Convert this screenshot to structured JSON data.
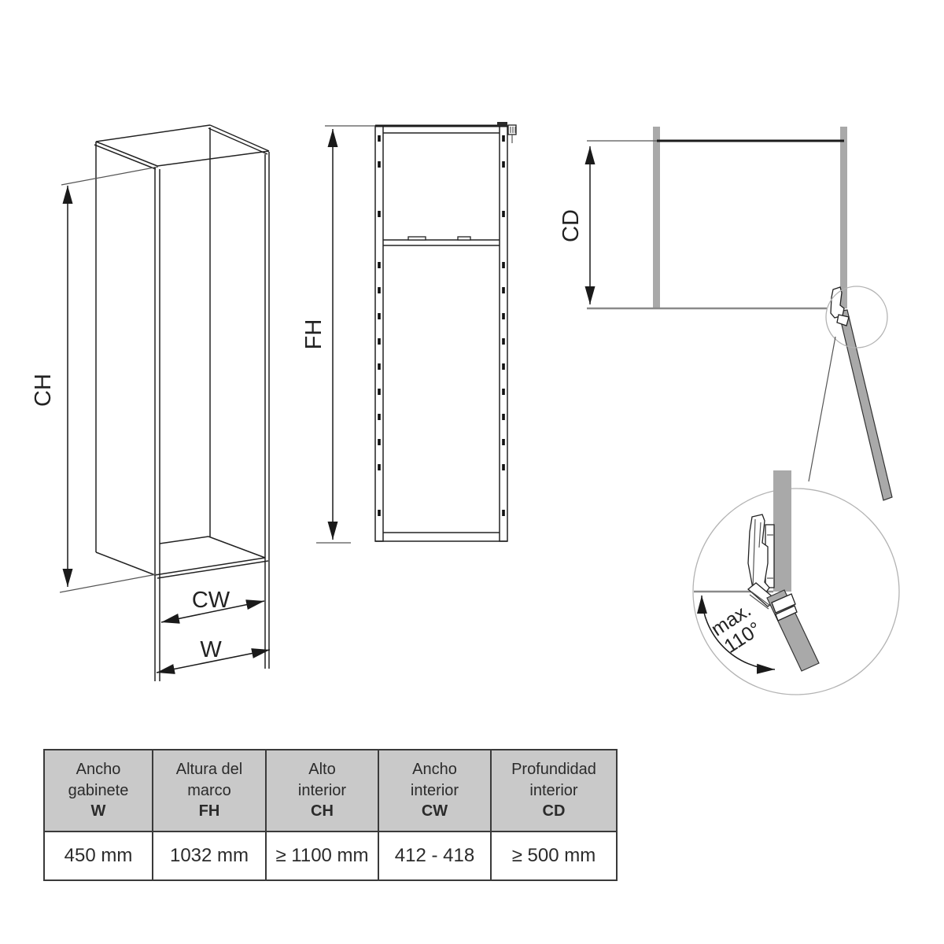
{
  "diagrams": {
    "isometric": {
      "height_label": "CH",
      "inner_width_label": "CW",
      "outer_width_label": "W"
    },
    "frame_front": {
      "frame_height_label": "FH"
    },
    "side_section": {
      "depth_label": "CD",
      "max_angle_line1": "max.",
      "max_angle_line2": "110°"
    }
  },
  "table": {
    "columns": [
      {
        "line1": "Ancho",
        "line2": "gabinete",
        "code": "W",
        "value": "450 mm"
      },
      {
        "line1": "Altura del",
        "line2": "marco",
        "code": "FH",
        "value": "1032 mm"
      },
      {
        "line1": "Alto",
        "line2": "interior",
        "code": "CH",
        "value": "≥ 1100 mm"
      },
      {
        "line1": "Ancho",
        "line2": "interior",
        "code": "CW",
        "value": "412 - 418"
      },
      {
        "line1": "Profundidad",
        "line2": "interior",
        "code": "CD",
        "value": "≥ 500 mm"
      }
    ]
  },
  "colors": {
    "panel_gray": "#a9a9a9",
    "table_header_gray": "#c9c9c9",
    "line_dark": "#222222",
    "reference_gray": "#8a8a8a",
    "detail_circle_gray": "#b3b3b3"
  }
}
